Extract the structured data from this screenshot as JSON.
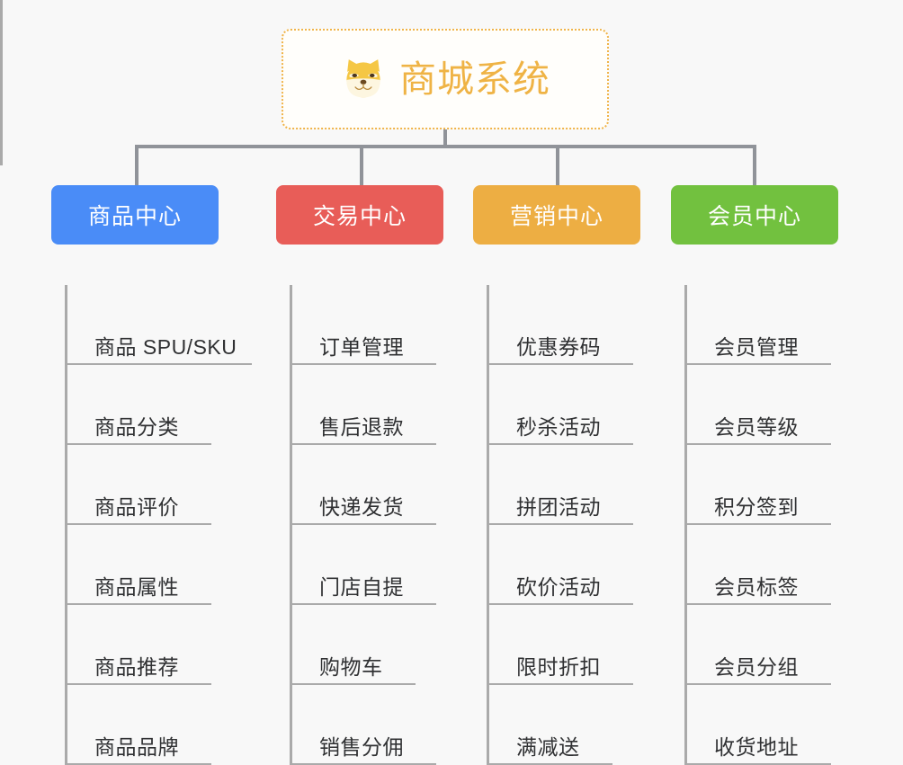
{
  "root": {
    "title": "商城系统",
    "icon": "shiba-dog-icon",
    "text_color": "#efb345",
    "border_color": "#f0b44a"
  },
  "connector_color": "#909399",
  "branches": [
    {
      "label": "商品中心",
      "color": "#4a8cf7",
      "items": [
        "商品 SPU/SKU",
        "商品分类",
        "商品评价",
        "商品属性",
        "商品推荐",
        "商品品牌"
      ]
    },
    {
      "label": "交易中心",
      "color": "#e85d58",
      "items": [
        "订单管理",
        "售后退款",
        "快递发货",
        "门店自提",
        "购物车",
        "销售分佣"
      ]
    },
    {
      "label": "营销中心",
      "color": "#edae43",
      "items": [
        "优惠券码",
        "秒杀活动",
        "拼团活动",
        "砍价活动",
        "限时折扣",
        "满减送"
      ]
    },
    {
      "label": "会员中心",
      "color": "#72c13f",
      "items": [
        "会员管理",
        "会员等级",
        "积分签到",
        "会员标签",
        "会员分组",
        "收货地址"
      ]
    }
  ]
}
